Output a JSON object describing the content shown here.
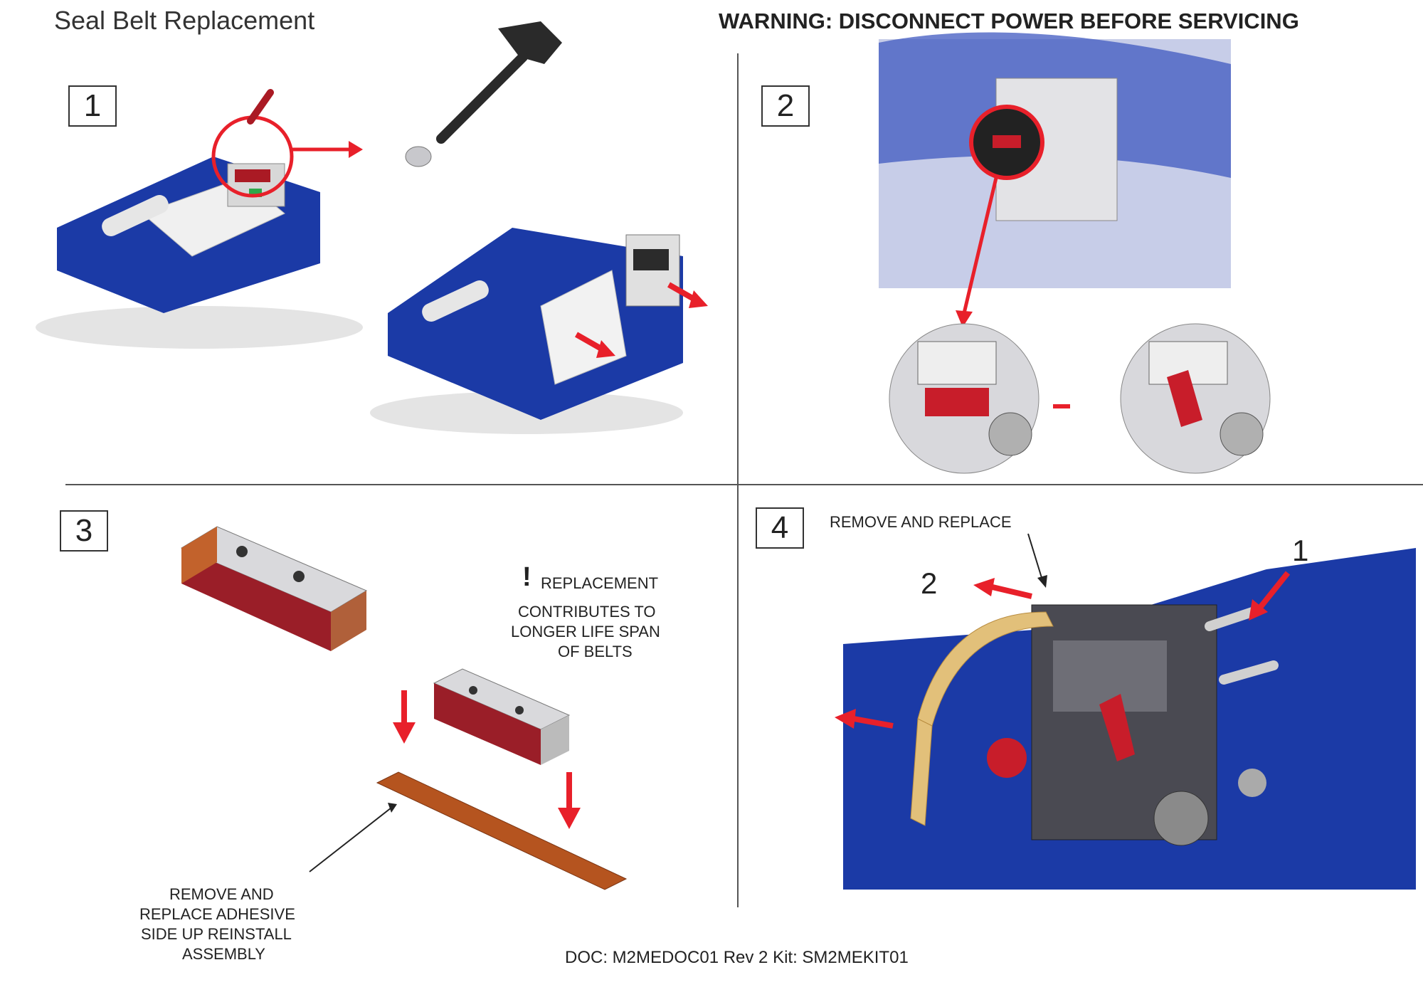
{
  "header": {
    "title": "Seal Belt Replacement",
    "warning": "WARNING: DISCONNECT POWER BEFORE SERVICING"
  },
  "steps": [
    {
      "number": "1"
    },
    {
      "number": "2"
    },
    {
      "number": "3"
    },
    {
      "number": "4"
    }
  ],
  "step3": {
    "exclaim": "!",
    "note_line1": "REPLACEMENT",
    "note_line2": "CONTRIBUTES TO",
    "note_line3": "LONGER LIFE SPAN",
    "note_line4": "OF BELTS",
    "callout_line1": "REMOVE AND",
    "callout_line2": "REPLACE ADHESIVE",
    "callout_line3": "SIDE UP REINSTALL",
    "callout_line4": "ASSEMBLY"
  },
  "step4": {
    "callout": "REMOVE AND REPLACE",
    "label_1": "1",
    "label_2": "2"
  },
  "footer": {
    "doc": "DOC: M2MEDOC01 Rev 2  Kit: SM2MEKIT01"
  },
  "colors": {
    "machine_blue": "#1b3aa6",
    "arrow_red": "#e8202a",
    "belt_brown": "#b5541f",
    "belt_tan": "#e2c07a",
    "metal_gray": "#9a9aa0"
  }
}
